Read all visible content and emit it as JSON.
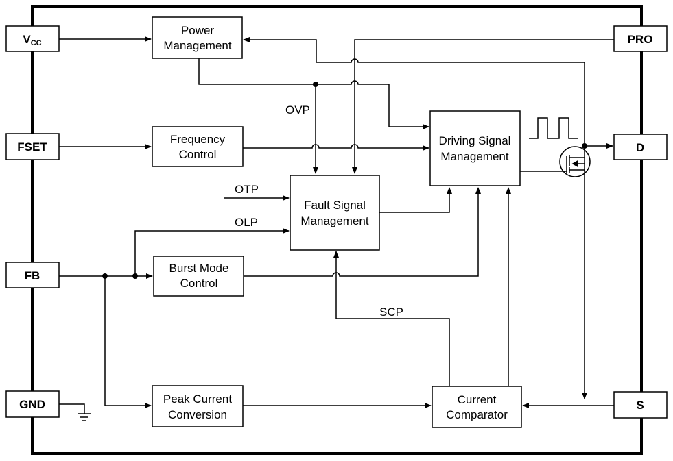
{
  "pins": {
    "vcc": "V",
    "vcc_sub": "CC",
    "fset": "FSET",
    "fb": "FB",
    "gnd": "GND",
    "pro": "PRO",
    "d": "D",
    "s": "S"
  },
  "blocks": {
    "power": [
      "Power",
      "Management"
    ],
    "frequency": [
      "Frequency",
      "Control"
    ],
    "fault": [
      "Fault Signal",
      "Management"
    ],
    "driving": [
      "Driving Signal",
      "Management"
    ],
    "burst": [
      "Burst Mode",
      "Control"
    ],
    "peak": [
      "Peak Current",
      "Conversion"
    ],
    "comparator": [
      "Current",
      "Comparator"
    ]
  },
  "signals": {
    "ovp": "OVP",
    "otp": "OTP",
    "olp": "OLP",
    "scp": "SCP"
  }
}
